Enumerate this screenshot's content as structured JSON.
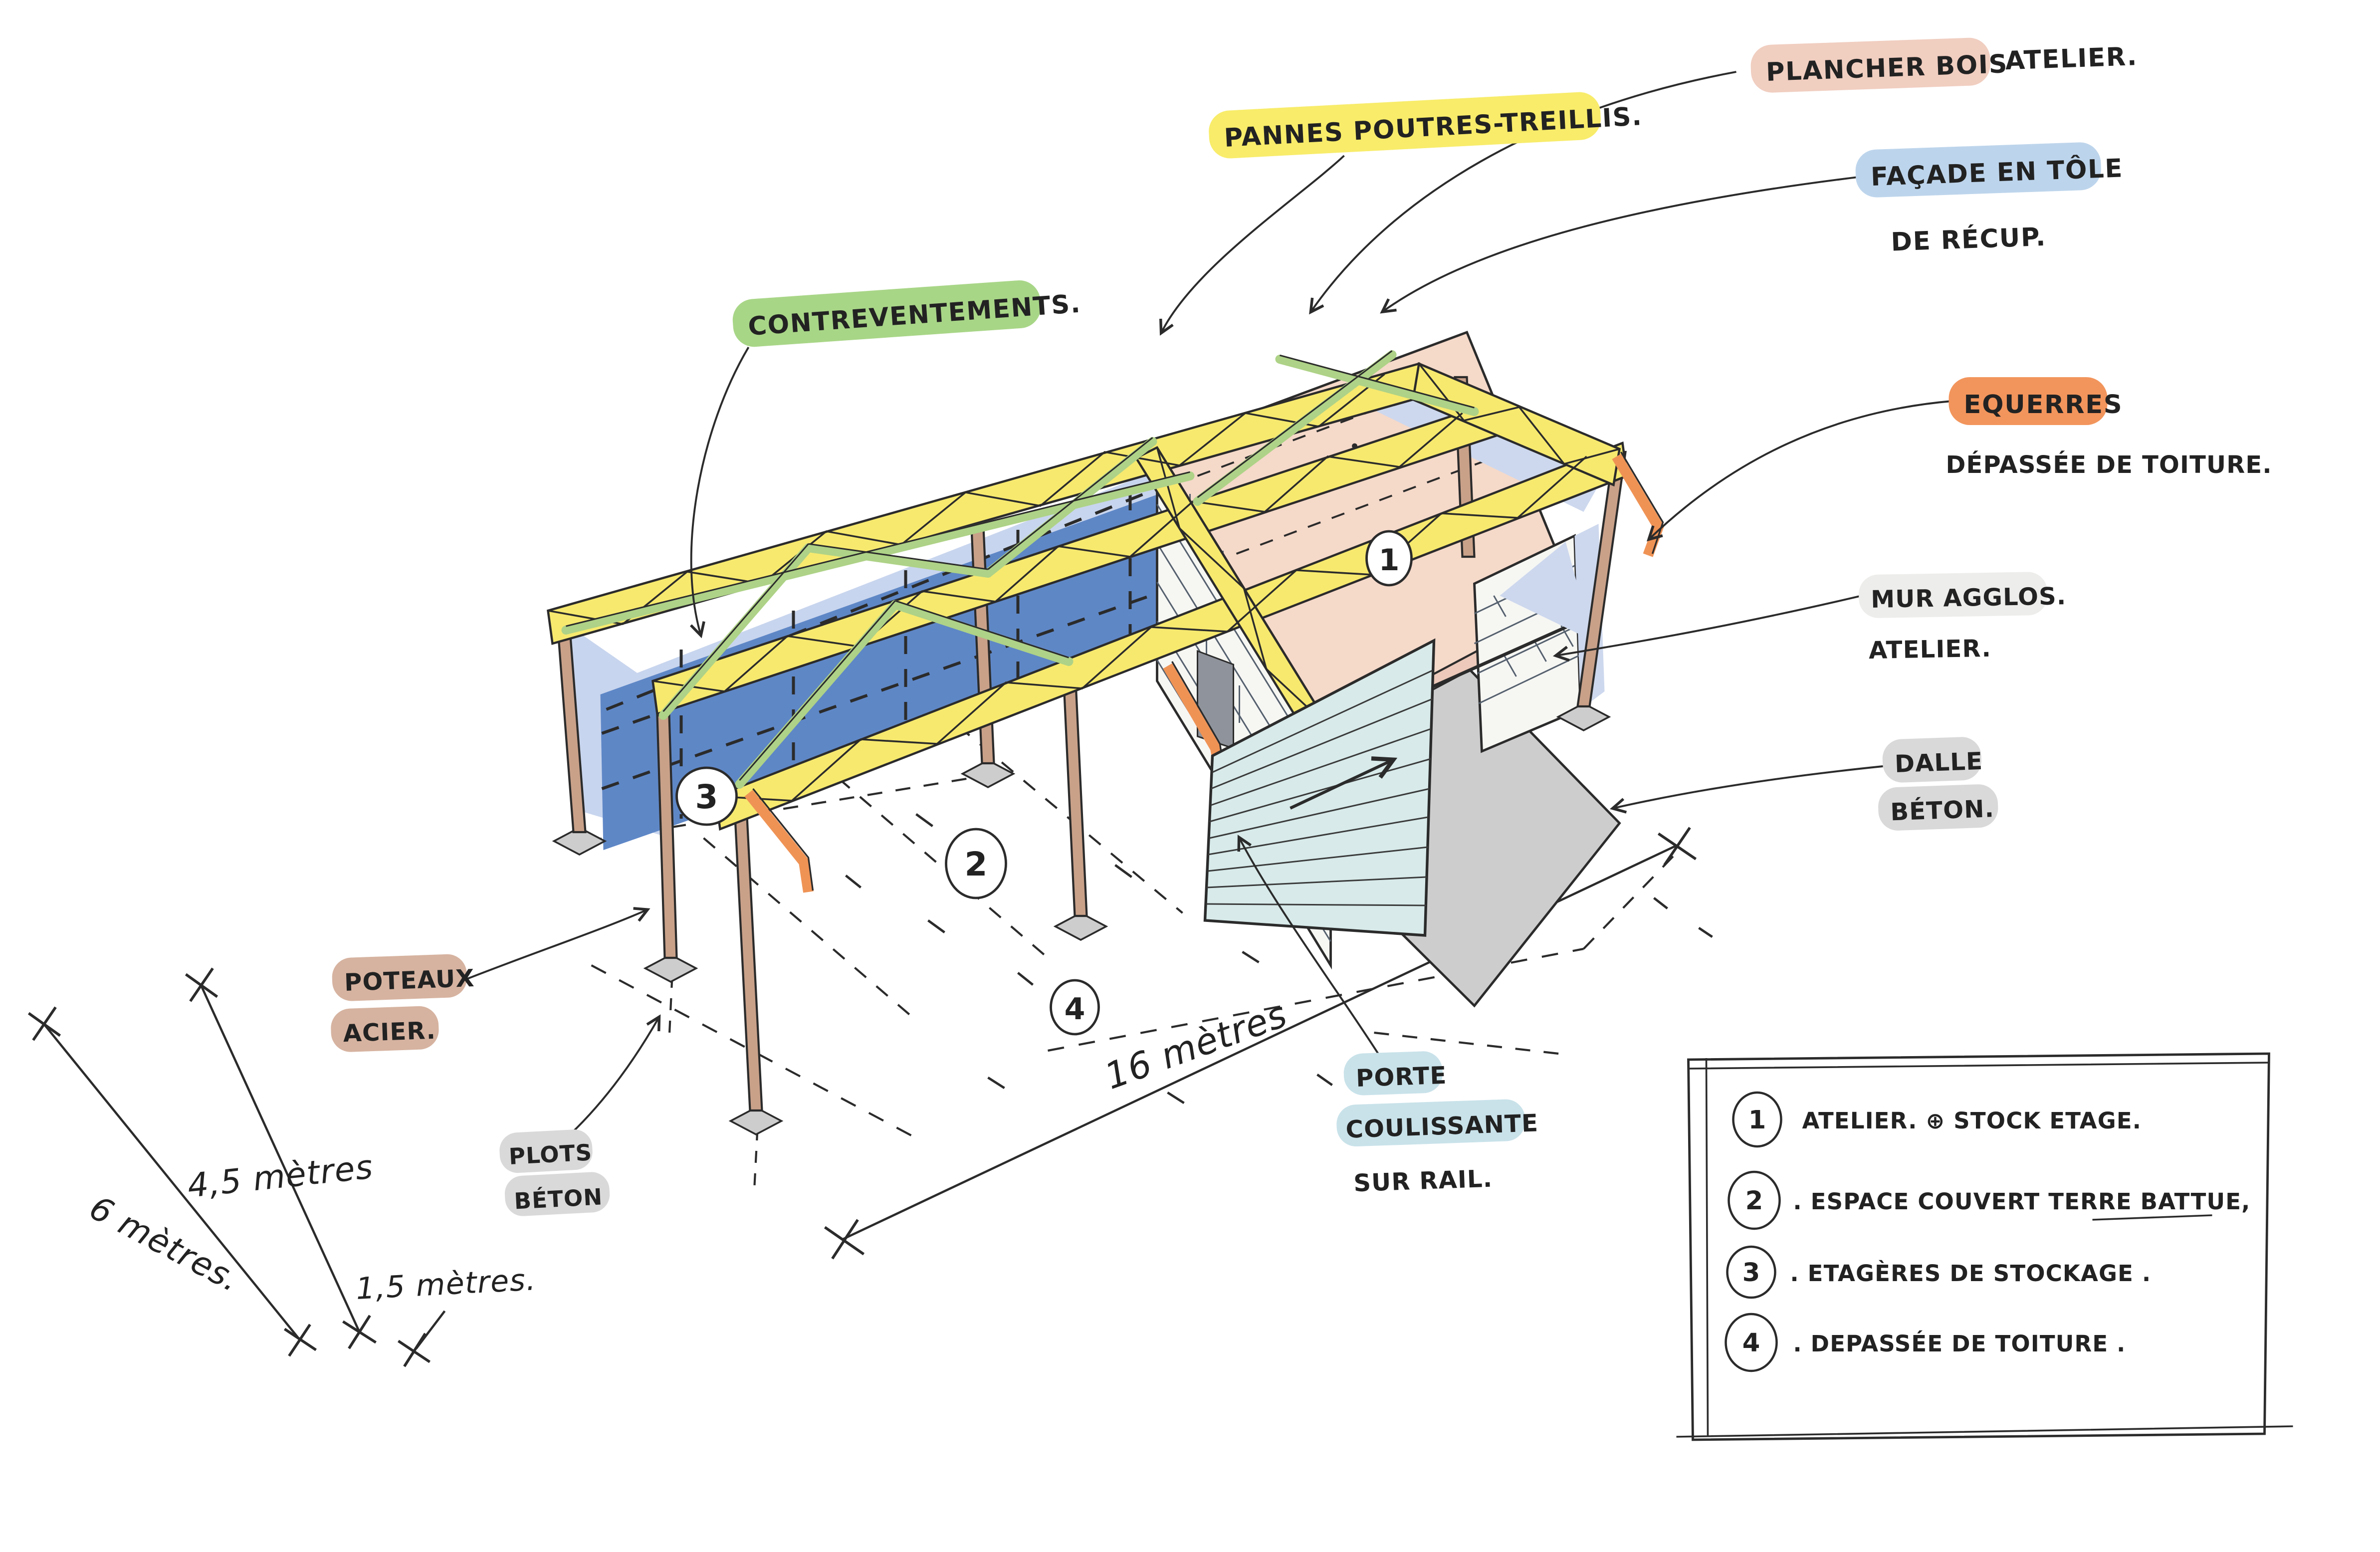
{
  "labels": {
    "plancher_hl": "PLANCHER BOIS",
    "plancher_tail": "ATELIER.",
    "pannes": "PANNES POUTRES-TREILLIS.",
    "facade_l1": "FAÇADE EN TÔLE",
    "facade_l2": "DE RÉCUP.",
    "contreventements": "CONTREVENTEMENTS.",
    "equerres": "EQUERRES",
    "equerres_sub": "DÉPASSÉE DE TOITURE.",
    "mur_l1": "MUR AGGLOS.",
    "mur_l2": "ATELIER.",
    "dalle_l1": "DALLE",
    "dalle_l2": "BÉTON.",
    "poteaux_l1": "POTEAUX",
    "poteaux_l2": "ACIER.",
    "plots_l1": "PLOTS",
    "plots_l2": "BÉTON",
    "porte_l1": "PORTE",
    "porte_l2": "COULISSANTE",
    "porte_l3": "SUR RAIL."
  },
  "dimensions": {
    "d16": "16 mètres",
    "d45": "4,5 mètres",
    "d6": "6 mètres.",
    "d15": "1,5 mètres."
  },
  "markers": {
    "m1": "1",
    "m2": "2",
    "m3": "3",
    "m4": "4"
  },
  "legend": {
    "items": [
      {
        "num": "1",
        "text": "ATELIER. ⊕ STOCK ETAGE."
      },
      {
        "num": "2",
        "text": ". ESPACE COUVERT TERRE BATTUE,"
      },
      {
        "num": "3",
        "text": ". ETAGÈRES DE STOCKAGE ."
      },
      {
        "num": "4",
        "text": ". DEPASSÉE DE TOITURE ."
      }
    ]
  },
  "colors": {
    "paper": "#ffffff",
    "ink": "#2b2b2b",
    "truss_yellow": "#f7e96e",
    "pill_yellow": "#f8ec6a",
    "brace_green": "#aed287",
    "pill_green": "#a8d687",
    "panel_dark_blue": "#5e87c6",
    "panel_light_blue": "#c8d5ee",
    "gable_periwinkle": "#cdd8ee",
    "floor_pink": "#f5d9c9",
    "pill_pink": "#f0cec0",
    "column_tan": "#c9a189",
    "pill_tan": "#d6b3a0",
    "concrete_gray": "#cdcdcd",
    "pill_gray": "#d9d9d9",
    "door_teal": "#d8eaea",
    "pill_porte": "#c9e2ea",
    "pill_facade": "#bdd5ec",
    "bracket_orange": "#ef9355",
    "pill_orange": "#f2955c",
    "pill_mur": "#ededeb"
  }
}
